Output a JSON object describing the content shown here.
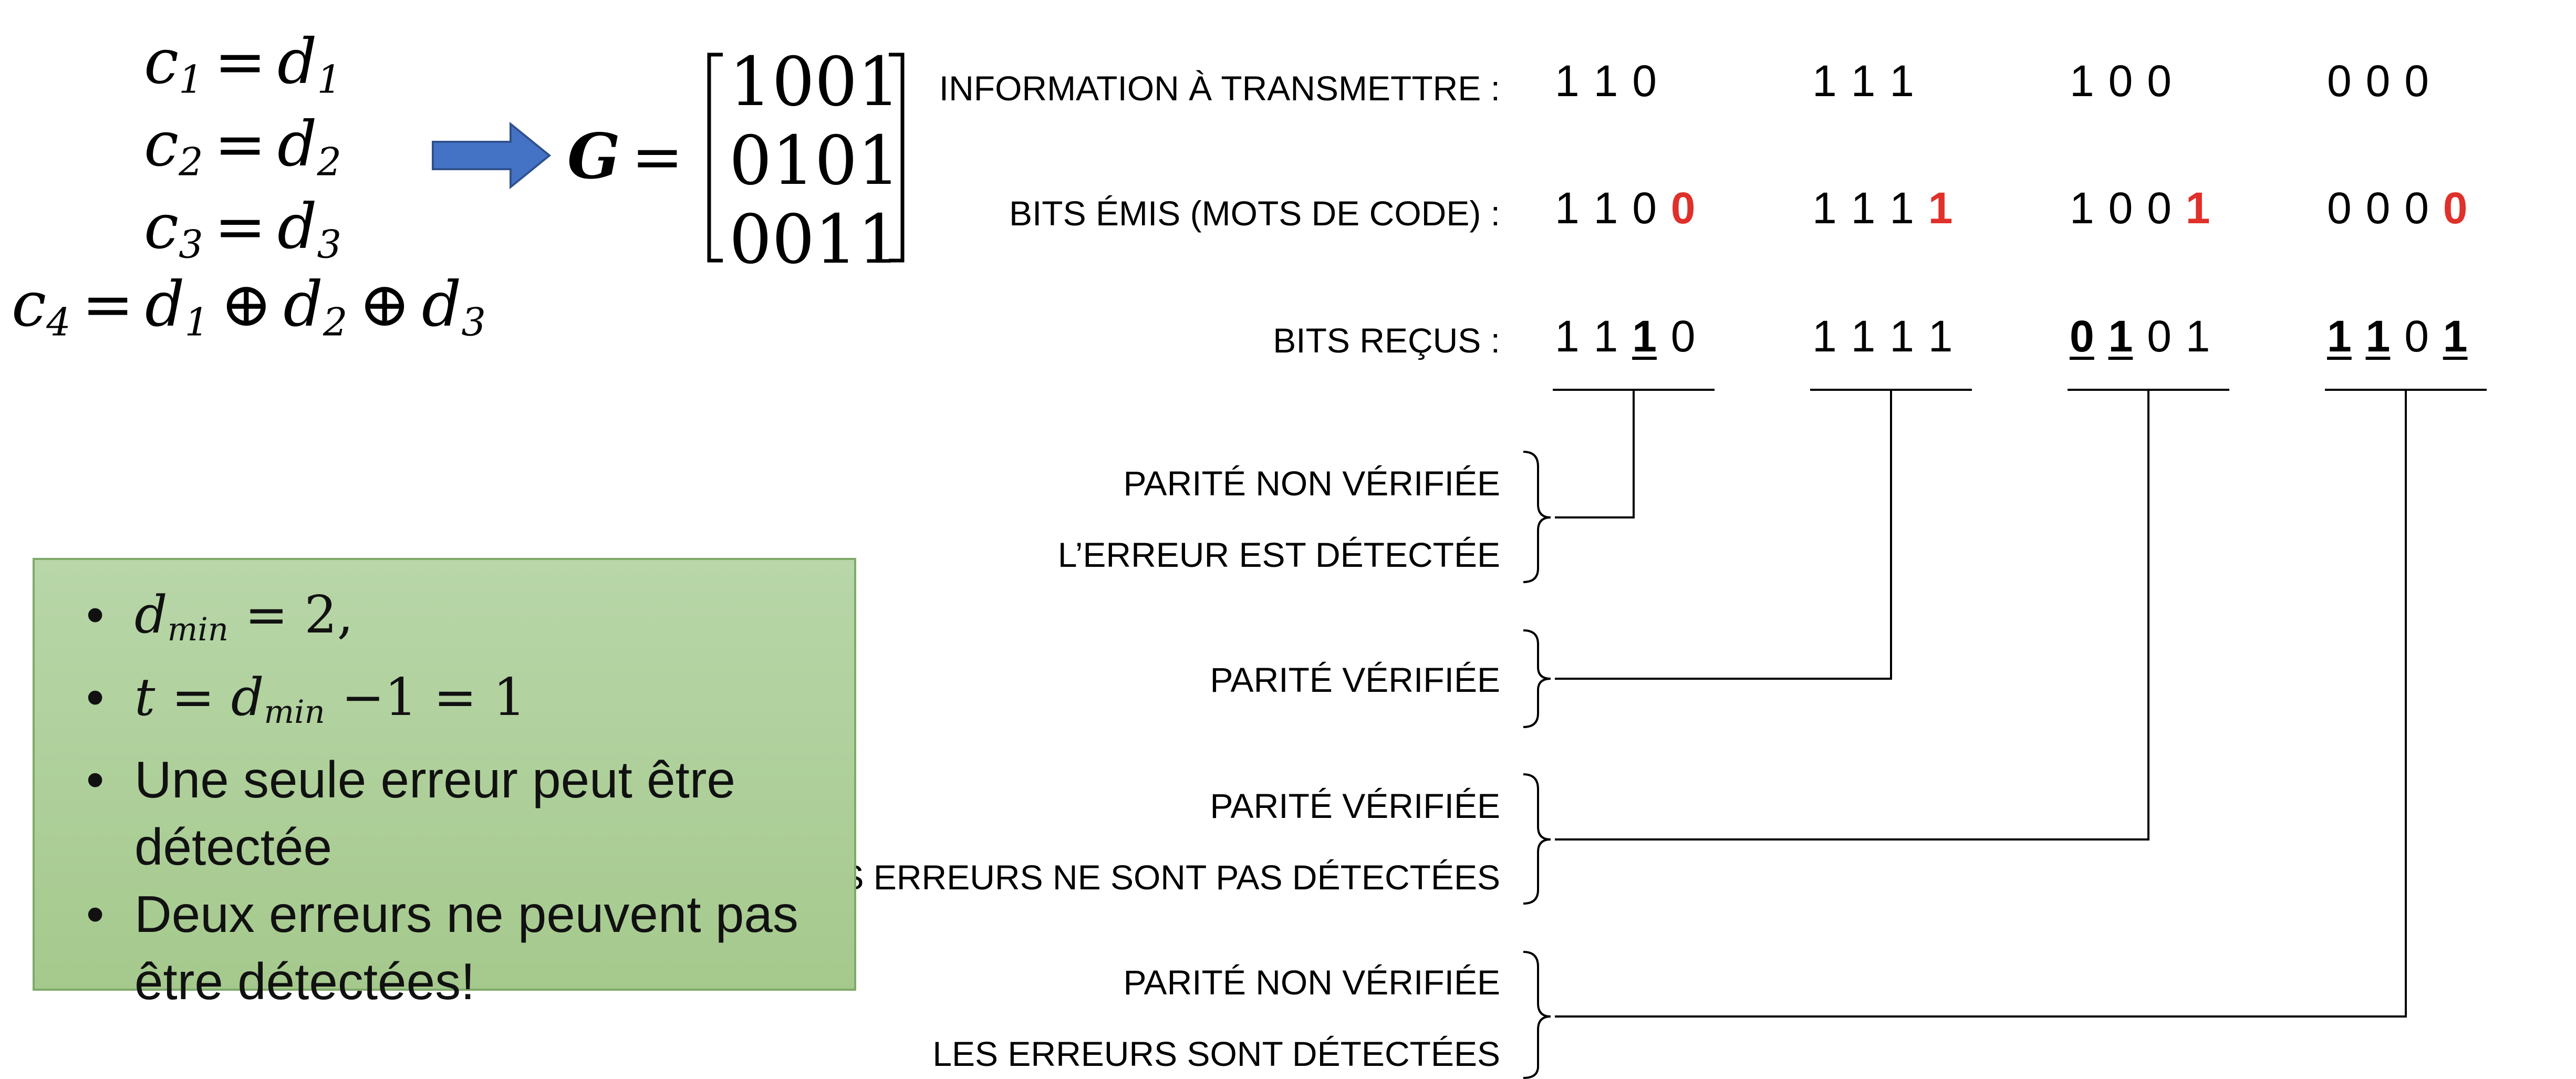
{
  "equations": [
    {
      "lhs": "c",
      "lhs_sub": "1",
      "op": "=",
      "rhs": "d",
      "rhs_sub": "1"
    },
    {
      "lhs": "c",
      "lhs_sub": "2",
      "op": "=",
      "rhs": "d",
      "rhs_sub": "2"
    },
    {
      "lhs": "c",
      "lhs_sub": "3",
      "op": "=",
      "rhs": "d",
      "rhs_sub": "3"
    },
    {
      "lhs": "c",
      "lhs_sub": "4",
      "op": "=",
      "rhs_terms": [
        "d",
        "1",
        "⊕",
        "d",
        "2",
        "⊕",
        "d",
        "3"
      ]
    }
  ],
  "generator": {
    "symbol": "G",
    "equals": "=",
    "rows": [
      "1001",
      "0101",
      "0011"
    ]
  },
  "arrow_color": "#4472c4",
  "row_labels": {
    "information": "INFORMATION À TRANSMETTRE :",
    "emitted": "BITS ÉMIS (MOTS DE CODE) :",
    "received": "BITS REÇUS :"
  },
  "information": [
    [
      "1",
      "1",
      "0"
    ],
    [
      "1",
      "1",
      "1"
    ],
    [
      "1",
      "0",
      "0"
    ],
    [
      "0",
      "0",
      "0"
    ]
  ],
  "emitted": [
    {
      "bits": [
        "1",
        "1",
        "0"
      ],
      "parity": "0"
    },
    {
      "bits": [
        "1",
        "1",
        "1"
      ],
      "parity": "1"
    },
    {
      "bits": [
        "1",
        "0",
        "0"
      ],
      "parity": "1"
    },
    {
      "bits": [
        "0",
        "0",
        "0"
      ],
      "parity": "0"
    }
  ],
  "received": [
    [
      {
        "b": "1",
        "err": false
      },
      {
        "b": "1",
        "err": false
      },
      {
        "b": "1",
        "err": true
      },
      {
        "b": "0",
        "err": false
      }
    ],
    [
      {
        "b": "1",
        "err": false
      },
      {
        "b": "1",
        "err": false
      },
      {
        "b": "1",
        "err": false
      },
      {
        "b": "1",
        "err": false
      }
    ],
    [
      {
        "b": "0",
        "err": true
      },
      {
        "b": "1",
        "err": true
      },
      {
        "b": "0",
        "err": false
      },
      {
        "b": "1",
        "err": false
      }
    ],
    [
      {
        "b": "1",
        "err": true
      },
      {
        "b": "1",
        "err": true
      },
      {
        "b": "0",
        "err": false
      },
      {
        "b": "1",
        "err": true
      }
    ]
  ],
  "outcomes": [
    {
      "lines": [
        "PARITÉ NON VÉRIFIÉE",
        "L’ERREUR EST DÉTECTÉE"
      ]
    },
    {
      "lines": [
        "PARITÉ VÉRIFIÉE"
      ]
    },
    {
      "lines": [
        "PARITÉ VÉRIFIÉE",
        "LES ERREURS NE SONT PAS DÉTECTÉES"
      ]
    },
    {
      "lines": [
        "PARITÉ NON VÉRIFIÉE",
        "LES ERREURS SONT DÉTECTÉES"
      ]
    }
  ],
  "parity_color": "#e0302a",
  "summary": {
    "bullet": "•",
    "dmin_lhs": "d",
    "dmin_sub": "min",
    "dmin_rhs": "= 2,",
    "t_lhs": "t = d",
    "t_sub": "min",
    "t_rhs": "−1 = 1",
    "line3": "Une seule erreur peut être détectée",
    "line4": "Deux erreurs ne peuvent pas être détectées!"
  }
}
